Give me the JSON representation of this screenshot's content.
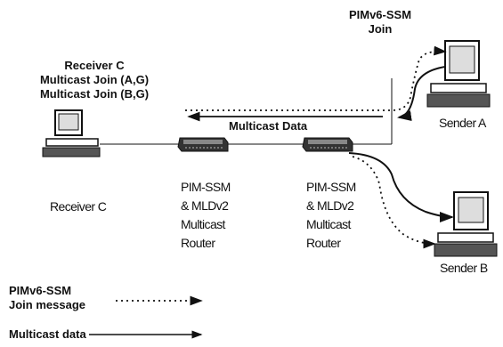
{
  "receiver_c": {
    "title": "Receiver C",
    "join_1": "Multicast Join (A,G)",
    "join_2": "Multicast Join (B,G)",
    "label": "Receiver C"
  },
  "top_join": {
    "line1": "PIMv6-SSM",
    "line2": "Join"
  },
  "multicast_data_label": "Multicast Data",
  "router_left": {
    "line1": "PIM-SSM",
    "line2": "& MLDv2",
    "line3": "Multicast",
    "line4": "Router"
  },
  "router_right": {
    "line1": "PIM-SSM",
    "line2": "& MLDv2",
    "line3": "Multicast",
    "line4": "Router"
  },
  "sender_a": "Sender A",
  "sender_b": "Sender B",
  "legend": {
    "join_line1": "PIMv6-SSM",
    "join_line2": "Join message",
    "data_label": "Multicast data"
  }
}
